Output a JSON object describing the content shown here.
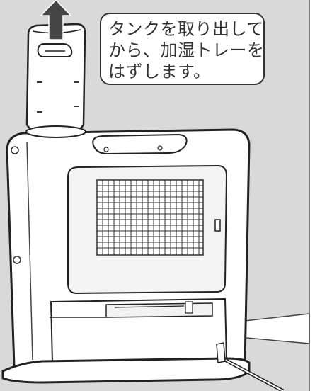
{
  "instruction": {
    "lines": [
      "タンクを取り出して",
      "から、加湿トレーを",
      "はずします。"
    ]
  }
}
